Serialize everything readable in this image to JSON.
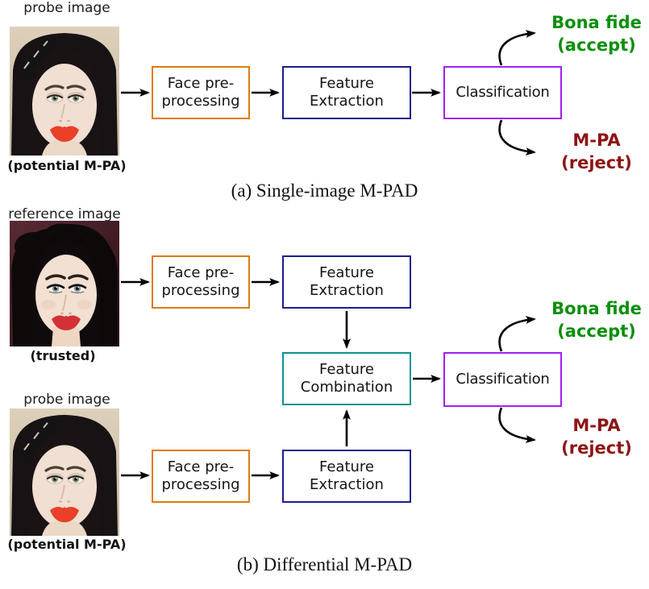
{
  "colors": {
    "preprocessing_border": "#e07a10",
    "extraction_border": "#1c1c8f",
    "combination_border": "#0e9292",
    "classification_border": "#a020f0",
    "accept_text": "#0a8f0a",
    "reject_text": "#8e1414",
    "arrow": "#000000"
  },
  "section_a": {
    "caption": "(a) Single-image M-PAD",
    "probe_label": "probe image",
    "probe_sublabel": "(potential M-PA)",
    "box_preprocess_line1": "Face pre-",
    "box_preprocess_line2": "processing",
    "box_extraction_line1": "Feature",
    "box_extraction_line2": "Extraction",
    "box_classification": "Classification",
    "accept_line1": "Bona fide",
    "accept_line2": "(accept)",
    "reject_line1": "M-PA",
    "reject_line2": "(reject)"
  },
  "section_b": {
    "caption": "(b) Differential M-PAD",
    "reference_label": "reference image",
    "reference_sublabel": "(trusted)",
    "probe_label": "probe image",
    "probe_sublabel": "(potential M-PA)",
    "box_preprocess_ref_line1": "Face pre-",
    "box_preprocess_ref_line2": "processing",
    "box_extraction_ref_line1": "Feature",
    "box_extraction_ref_line2": "Extraction",
    "box_preprocess_probe_line1": "Face pre-",
    "box_preprocess_probe_line2": "processing",
    "box_extraction_probe_line1": "Feature",
    "box_extraction_probe_line2": "Extraction",
    "box_combination_line1": "Feature",
    "box_combination_line2": "Combination",
    "box_classification": "Classification",
    "accept_line1": "Bona fide",
    "accept_line2": "(accept)",
    "reject_line1": "M-PA",
    "reject_line2": "(reject)"
  }
}
